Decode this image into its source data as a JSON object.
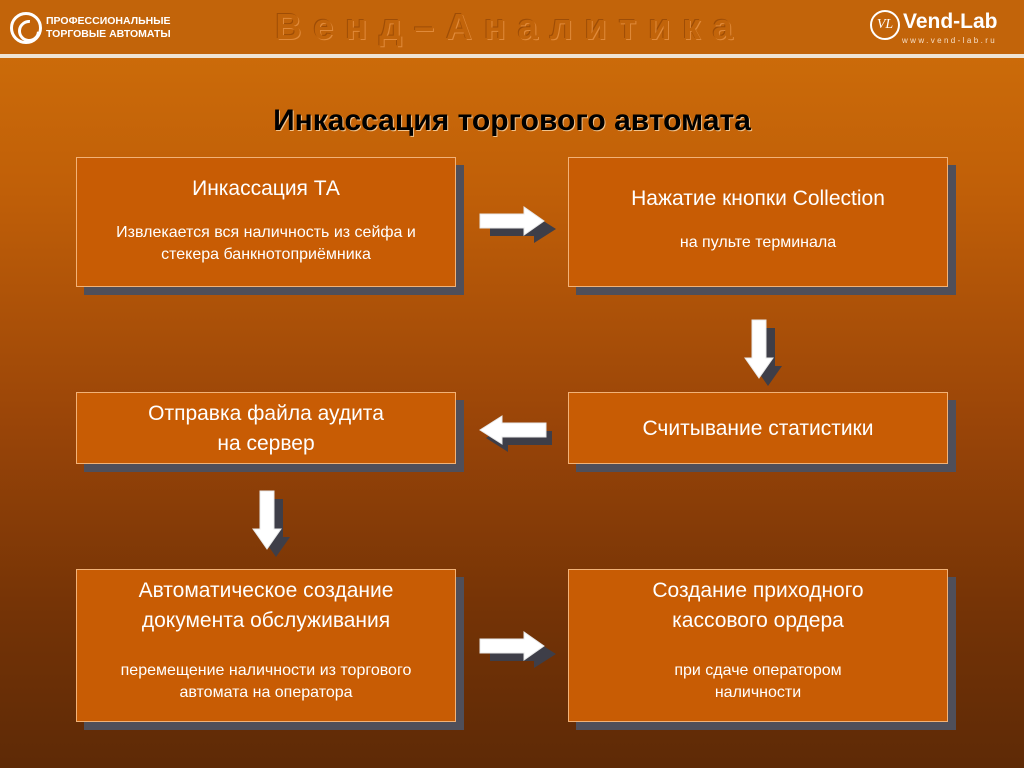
{
  "header": {
    "logo_left_line1": "ПРОФЕССИОНАЛЬНЫЕ",
    "logo_left_line2": "ТОРГОВЫЕ АВТОМАТЫ",
    "title": "Венд–Аналитика",
    "logo_right_mark": "VL",
    "logo_right_brand": "Vend-Lab",
    "logo_right_url": "www.vend-lab.ru"
  },
  "page_title": "Инкассация торгового автомата",
  "steps": [
    {
      "title": "Инкассация ТА",
      "sub": "Извлекается вся наличность из сейфа и стекера банкнотоприёмника"
    },
    {
      "title": "Нажатие кнопки Collection",
      "sub": "на пульте терминала"
    },
    {
      "title": "Считывание статистики",
      "sub": ""
    },
    {
      "title": "Отправка файла аудита на сервер",
      "sub": ""
    },
    {
      "title": "Автоматическое создание документа обслуживания",
      "sub": "перемещение наличности из торгового автомата на оператора"
    },
    {
      "title": "Создание приходного кассового ордера",
      "sub": "при сдаче оператором наличности"
    }
  ],
  "colors": {
    "box_fill": "#c85c04",
    "box_shadow": "#4f4f5a",
    "arrow_fill": "#ffffff",
    "arrow_shadow": "#3e3e48"
  }
}
